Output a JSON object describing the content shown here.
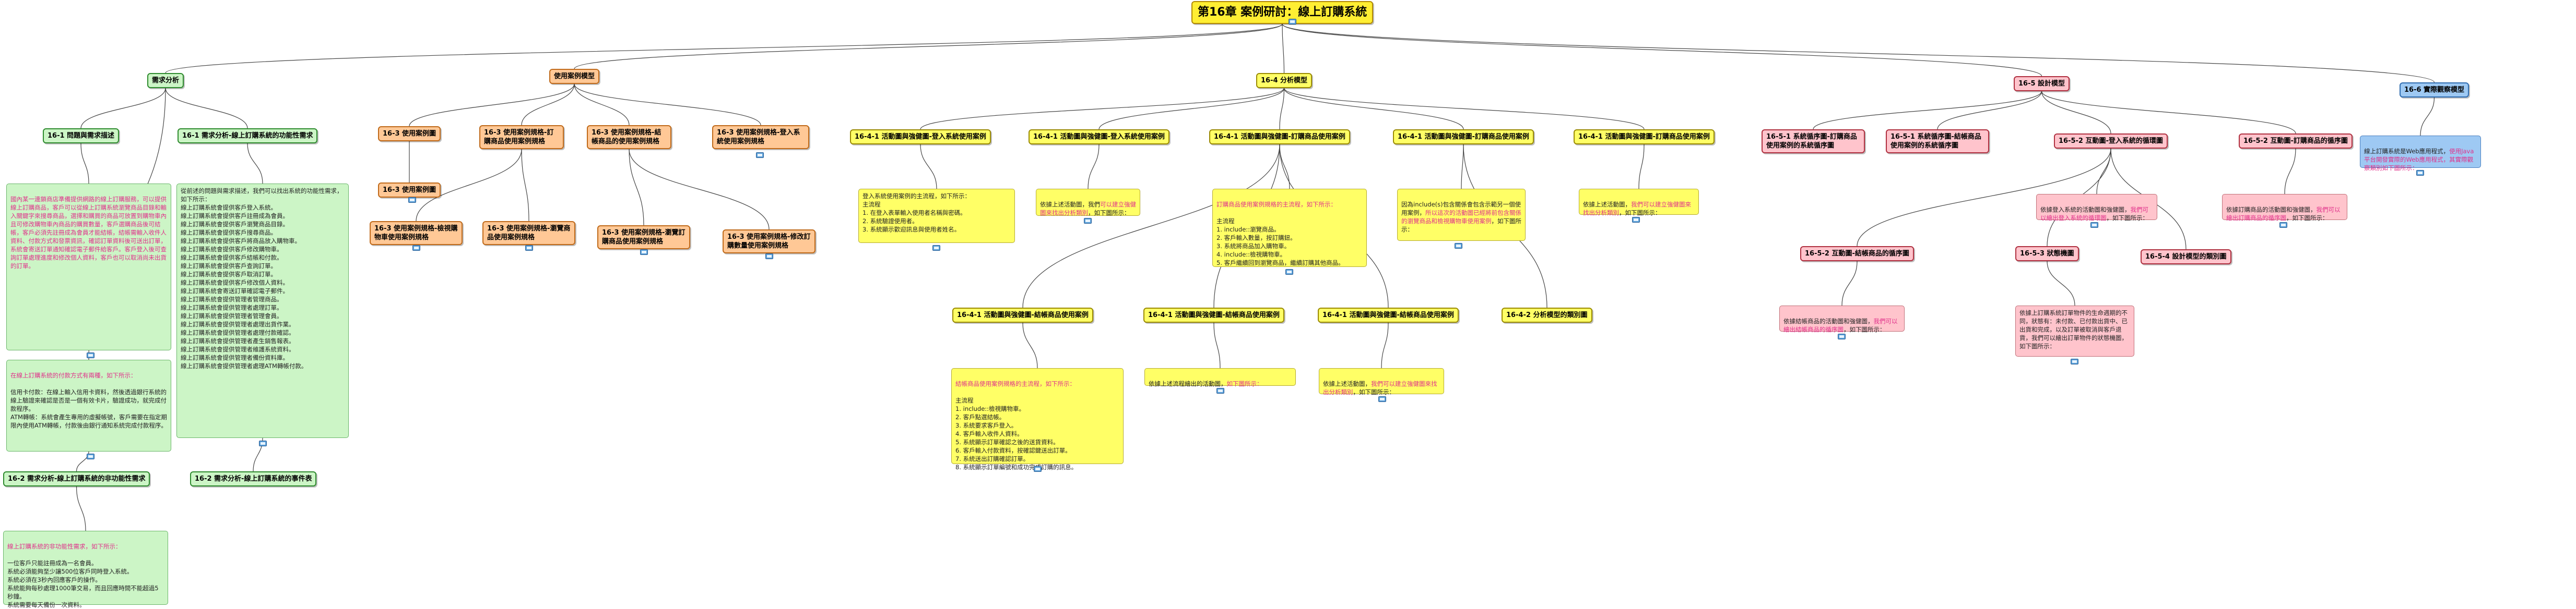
{
  "root": {
    "title": "第16章 案例研討：線上訂購系統"
  },
  "level1": {
    "req": "需求分析",
    "usecase": "使用案例模型",
    "analysis": "16-4 分析模型",
    "design": "16-5 設計模型",
    "impl": "16-6 實際觀察模型"
  },
  "req": {
    "n1": "16-1 問題與需求描述",
    "n1_note": [
      {
        "t": "國內某一連鎖商店準備提供網路的線上訂購服務，可以提供線上訂購商品，客戶可以從線上訂購系統瀏覽商品目錄和輸入關鍵字來搜尋商品，選擇和購買的商品可放置到購物車內且可修改購物車內商品的購買數量，客戶選購商品後可結帳，客戶必須先註冊成為會員才能結帳，結帳需輸入收件人資料、付款方式和發票資訊，確認訂單資料後可送出訂單，系統會寄送訂單通知確認電子郵件給客戶。客戶登入後可查詢訂單處理進度和修改個人資料，客戶也可以取消尚未出貨的訂單。",
        "c": "hl"
      }
    ],
    "n2": "16-1 需求分析-線上訂購系統的功能性需求",
    "n2_note": "從前述的問題與需求描述，我們可以找出系統的功能性需求，如下所示：\n線上訂購系統會提供客戶登入系統。\n線上訂購系統會提供客戶註冊成為會員。\n線上訂購系統會提供客戶瀏覽商品目錄。\n線上訂購系統會提供客戶搜尋商品。\n線上訂購系統會提供客戶將商品放入購物車。\n線上訂購系統會提供客戶修改購物車。\n線上訂購系統會提供客戶結帳和付款。\n線上訂購系統會提供客戶查詢訂單。\n線上訂購系統會提供客戶取消訂單。\n線上訂購系統會提供客戶修改個人資料。\n線上訂購系統會寄送訂單確認電子郵件。\n線上訂購系統會提供管理者管理商品。\n線上訂購系統會提供管理者處理訂單。\n線上訂購系統會提供管理者管理會員。\n線上訂購系統會提供管理者處理出貨作業。\n線上訂購系統會提供管理者處理付款確認。\n線上訂購系統會提供管理者產生銷售報表。\n線上訂購系統會提供管理者維護系統資料。\n線上訂購系統會提供管理者備份資料庫。\n線上訂購系統會提供管理者處理ATM轉帳付款。",
    "n3_note_a": "在線上訂購系統的付款方式有兩種，如下所示：",
    "n3_note_b": "信用卡付款：在線上輸入信用卡資料，然後透過銀行系統的線上驗證來確認是否是一個有效卡片，驗證成功，就完成付款程序。\nATM轉帳：系統會產生專用的虛擬帳號，客戶需要在指定期限內使用ATM轉帳，付款後由銀行通知系統完成付款程序。",
    "n3": "16-2 需求分析-線上訂購系統的非功能性需求",
    "n4": "16-2 需求分析-線上訂購系統的事件表",
    "n5_note_a": "線上訂購系統的非功能性需求，如下所示：",
    "n5_note_b": "一位客戶只能註冊成為一名會員。\n系統必須能夠至少讓500位客戶同時登入系統。\n系統必須在3秒內回應客戶的操作。\n系統能夠每秒處理1000筆交易，而且回應時間不能超過5秒鐘。\n系統需要每天備份一次資料。"
  },
  "usecase": {
    "u1": "16-3 使用案例圖",
    "u1a": "16-3 使用案例圖",
    "u2": "16-3 使用案例規格-訂購商品使用案例規格",
    "u2a": "16-3 使用案例規格-檢視購物車使用案例規格",
    "u2b": "16-3 使用案例規格-瀏覽商品使用案例規格",
    "u3": "16-3 使用案例規格-結帳商品的使用案例規格",
    "u3a": "16-3 使用案例規格-瀏覽訂購商品使用案例規格",
    "u3b": "16-3 使用案例規格-修改訂購數量使用案例規格",
    "u4": "16-3 使用案例規格-登入系統使用案例規格"
  },
  "analysis": {
    "a1": "16-4-1 活動圖與強健圖-登入系統使用案例",
    "a1_note": "登入系統使用案例的主流程，如下所示：\n主流程\n1. 在登入表單輸入使用者名稱與密碼。\n2. 系統驗證使用者。\n3. 系統顯示歡迎訊息與使用者姓名。",
    "a2": "16-4-1 活動圖與強健圖-登入系統使用案例",
    "a2_note_a": "依據上述活動圖，我們",
    "a2_note_b": "可以建立強健圖來找出分析類別",
    "a2_note_c": "，如下圖所示：",
    "a3": "16-4-1 活動圖與強健圖-訂購商品使用案例",
    "a3_note_a": "訂購商品使用案例規格的主流程，如下所示：",
    "a3_note_b": "主流程\n1. include::瀏覽商品。\n2. 客戶輸入數量，按訂購鈕。\n3. 系統將商品加入購物車。\n4. include::檢視購物車。\n5. 客戶繼續回到瀏覽商品，繼續訂購其他商品。",
    "a4": "16-4-1 活動圖與強健圖-訂購商品使用案例",
    "a4_note_a": "因為include(s)包含關係會包含示範另一個使用案例，",
    "a4_note_b": "所以這次的活動圖已經將前包含關係的瀏覽商品和檢視購物車使用案例",
    "a4_note_c": "，如下圖所示：",
    "a5": "16-4-1 活動圖與強健圖-訂購商品使用案例",
    "a5_note_a": "依據上述活動圖，",
    "a5_note_b": "我們可以建立強健圖來找出分析類別",
    "a5_note_c": "，如下圖所示：",
    "b1": "16-4-1 活動圖與強健圖-結帳商品使用案例",
    "b1_note_a": "結帳商品使用案例規格的主流程，如下所示：",
    "b1_note_b": "主流程\n1. include::檢視購物車。\n2. 客戶點選結帳。\n3. 系統要求客戶登入。\n4. 客戶輸入收件人資料。\n5. 系統顯示訂單確認之後的送貨資料。\n6. 客戶輸入付款資料，按確認鍵送出訂單。\n7. 系統送出訂購確認訂單。\n8. 系統顯示訂單編號和成功完成訂購的訊息。",
    "b2": "16-4-1 活動圖與強健圖-結帳商品使用案例",
    "b2_note_a": "依據上述流程繪出的活動圖，",
    "b2_note_b": "如下圖所示：",
    "b3": "16-4-1 活動圖與強健圖-結帳商品使用案例",
    "b3_note_a": "依據上述活動圖，",
    "b3_note_b": "我們可以建立強健圖來找出分析類別",
    "b3_note_c": "，如下圖所示：",
    "b4": "16-4-2 分析模型的類別圖"
  },
  "design": {
    "d1": "16-5-1 系統循序圖-訂購商品使用案例的系統循序圖",
    "d2": "16-5-1 系統循序圖-結帳商品使用案例的系統循序圖",
    "d3": "16-5-2 互動圖-登入系統的循環圖",
    "d3_note_a": "依據登入系統的活動圖和強健圖，",
    "d3_note_b": "我們可以繪出登入系統的循環圖",
    "d3_note_c": "，如下圖所示：",
    "d4": "16-5-2 互動圖-訂購商品的循序圖",
    "d4_note_a": "依據訂購商品的活動圖和強健圖，",
    "d4_note_b": "我們可以繪出訂購商品的循序圖",
    "d4_note_c": "，如下圖所示：",
    "d5": "16-5-2 互動圖-結帳商品的循序圖",
    "d5_note_a": "依據結帳商品的活動圖和強健圖，",
    "d5_note_b": "我們可以繪出結帳商品的循序圖",
    "d5_note_c": "，如下圖所示：",
    "d6": "16-5-3 狀態機圖",
    "d6_note": "依據上訂購系統訂單物件的生命週期的不同，狀態有：未付款、已付款出貨中、已出貨和完成，以及訂單被取消與客戶退貨，我們可以繪出訂單物件的狀態機圖，如下圖所示：",
    "d7": "16-5-4 設計模型的類別圖"
  },
  "impl": {
    "i1_note_a": "線上訂購系統是Web應用程式，",
    "i1_note_b": "使用Java平台開發實際的Web應用程式，其實際觀察類別如下圖所示：",
    "i1_note_c": ""
  }
}
